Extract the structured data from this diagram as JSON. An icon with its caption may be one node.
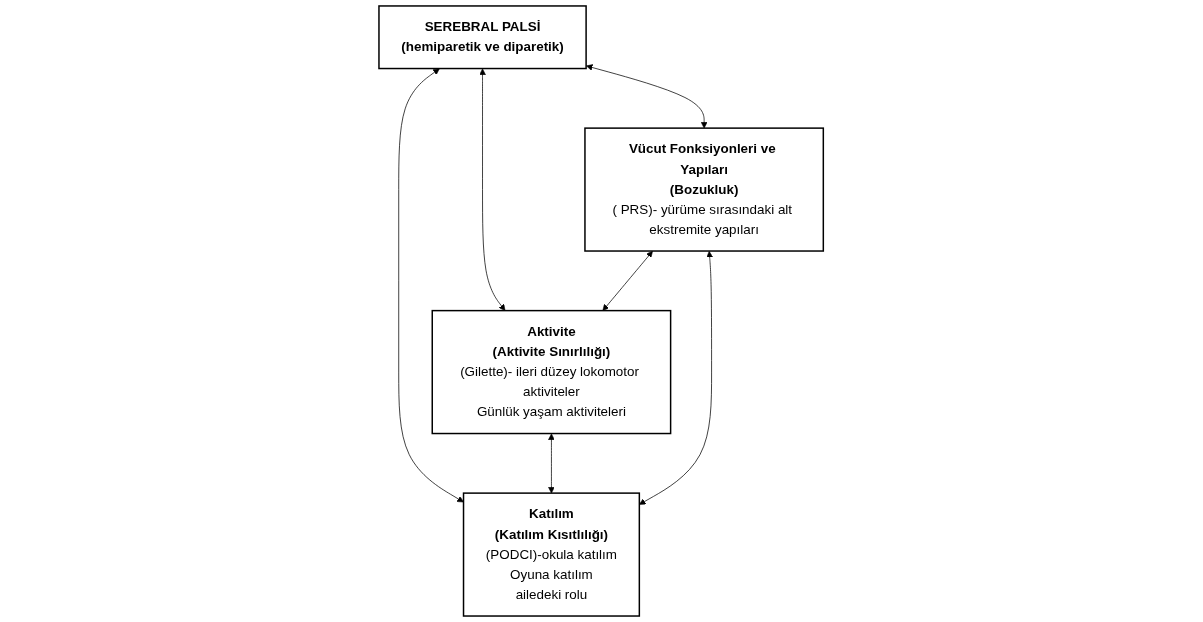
{
  "diagram": {
    "nodes": [
      {
        "text": [
          "SEREBRAL PALSİ",
          "(hemiparetik ve diparetik)"
        ]
      },
      {
        "text": [
          "Vücut Fonksiyonleri ve Yapıları",
          "(Bozukluk)",
          "( PRS)- yürüme sırasındaki alt ekstremite yapıları"
        ]
      },
      {
        "text": [
          "Aktivite",
          "(Aktivite Sınırlılığı)",
          "(Gilette)- ileri düzey lokomotor aktiviteler",
          "Günlük yaşam aktiviteleri"
        ]
      },
      {
        "text": [
          "Katılım",
          "(Katılım Kısıtlılığı)",
          "(PODCI)-okula katılım",
          "Oyuna katılım",
          "ailedeki  rolu"
        ]
      }
    ],
    "edges": [
      {
        "from": 0,
        "to": 1,
        "arrow": "both"
      },
      {
        "from": 0,
        "to": 2,
        "arrow": "both"
      },
      {
        "from": 0,
        "to": 3,
        "arrow": "both"
      },
      {
        "from": 1,
        "to": 2,
        "arrow": "both"
      },
      {
        "from": 2,
        "to": 3,
        "arrow": "both"
      },
      {
        "from": 1,
        "to": 3,
        "arrow": "both"
      }
    ]
  }
}
